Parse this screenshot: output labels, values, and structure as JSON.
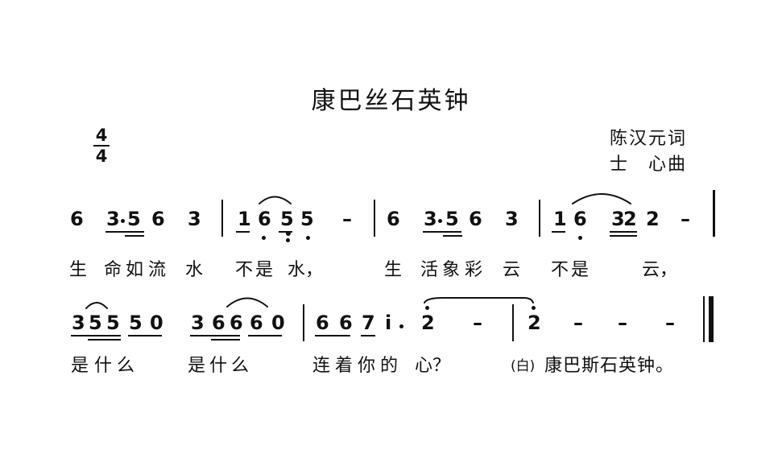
{
  "title": "康巴丝石英钟",
  "credits": {
    "lyricist": "陈汉元词",
    "composer": "士　心曲"
  },
  "time_signature": {
    "numerator": "4",
    "denominator": "4"
  },
  "line1": {
    "notes": [
      "6",
      "3",
      "5",
      "6",
      "3",
      "1",
      "6",
      "5",
      "5",
      "–",
      "6",
      "3",
      "5",
      "6",
      "3",
      "1",
      "6",
      "3",
      "2",
      "2",
      "–"
    ],
    "lyrics": [
      "生",
      "命",
      "如",
      "流",
      "水",
      "不",
      "是",
      "水，",
      "生",
      "活",
      "象",
      "彩",
      "云",
      "不",
      "是",
      "云，"
    ]
  },
  "line2": {
    "notes": [
      "3",
      "5",
      "5",
      "5",
      "0",
      "3",
      "6",
      "6",
      "6",
      "0",
      "6",
      "6",
      "7",
      "i",
      "2",
      "–",
      "2",
      "–",
      "–",
      "–"
    ],
    "lyrics": [
      "是",
      "什",
      "么",
      "是",
      "什",
      "么",
      "连",
      "着",
      "你",
      "的",
      "心？"
    ],
    "spoken": "(白)",
    "spoken_text": "康巴斯石英钟。"
  }
}
